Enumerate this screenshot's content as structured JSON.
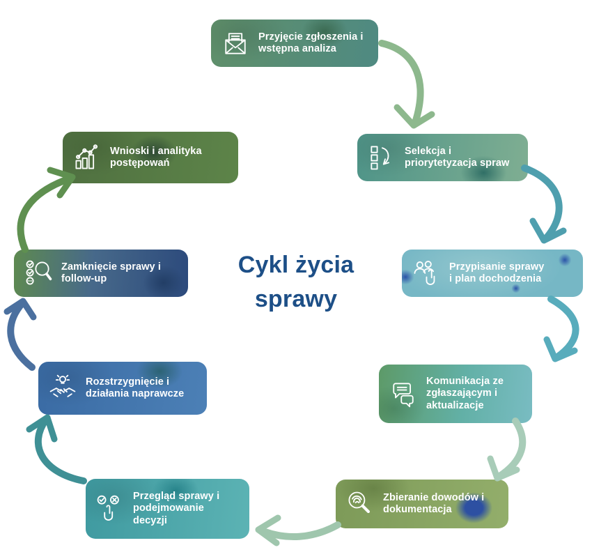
{
  "title": {
    "text": "Cykl życia sprawy",
    "color": "#1d4f87"
  },
  "steps": [
    {
      "name": "przyjecie-zgloszenia",
      "icon": "envelope-icon",
      "lines": [
        "Przyjęcie zgłoszenia i",
        "wstępna analiza"
      ],
      "colors": {
        "c1": "#5f8f6a",
        "c2": "#4f8a82",
        "c3": "#3c6b52"
      }
    },
    {
      "name": "selekcja-priorytetyzacja",
      "icon": "checklist-arrow-icon",
      "lines": [
        "Selekcja i",
        "priorytetyzacja spraw"
      ],
      "colors": {
        "c1": "#4f9488",
        "c2": "#7fae92",
        "c3": "#306f66"
      }
    },
    {
      "name": "przypisanie-sprawy",
      "icon": "users-hand-icon",
      "lines": [
        "Przypisanie sprawy",
        "i plan dochodzenia"
      ],
      "colors": {
        "c1": "#76b7c5",
        "c2": "#92c6cd",
        "c3": "#2b53a8"
      }
    },
    {
      "name": "komunikacja",
      "icon": "chat-bubbles-icon",
      "lines": [
        "Komunikacja ze",
        "zgłaszającym i",
        "aktualizacje"
      ],
      "colors": {
        "c1": "#5d9a68",
        "c2": "#79bcc2",
        "c3": "#62b0a6"
      }
    },
    {
      "name": "zbieranie-dowodow",
      "icon": "fingerprint-magnifier-icon",
      "lines": [
        "Zbieranie dowodów i",
        "dokumentacja"
      ],
      "colors": {
        "c1": "#7d9a58",
        "c2": "#93ae6b",
        "c3": "#2d50a2"
      }
    },
    {
      "name": "przeglad-sprawy",
      "icon": "decision-hand-icon",
      "lines": [
        "Przegląd sprawy i",
        "podejmowanie",
        "decyzji"
      ],
      "colors": {
        "c1": "#3f9aa0",
        "c2": "#5cb3b4",
        "c3": "#27838a"
      }
    },
    {
      "name": "rozstrzygniecie",
      "icon": "handshake-bulb-icon",
      "lines": [
        "Rozstrzygnięcie i",
        "działania naprawcze"
      ],
      "colors": {
        "c1": "#3a6ba4",
        "c2": "#4c80b6",
        "c3": "#2c6374"
      }
    },
    {
      "name": "zamkniecie-sprawy",
      "icon": "checklist-magnifier-icon",
      "lines": [
        "Zamknięcie sprawy i",
        "follow-up"
      ],
      "colors": {
        "c1": "#5e8a50",
        "c2": "#2c4a7c",
        "c3": "#223e66"
      }
    },
    {
      "name": "wnioski-analityka",
      "icon": "chart-icon",
      "lines": [
        "Wnioski i analityka",
        "postępowań"
      ],
      "colors": {
        "c1": "#4f7040",
        "c2": "#5d8449",
        "c3": "#2e4a34"
      }
    }
  ],
  "arrows": [
    {
      "name": "step1-to-step2",
      "color": "#8db88d"
    },
    {
      "name": "step2-to-step3",
      "color": "#4f9fae"
    },
    {
      "name": "step3-to-step4",
      "color": "#58acbc"
    },
    {
      "name": "step4-to-step5",
      "color": "#a8ccb8"
    },
    {
      "name": "step5-to-step6",
      "color": "#9fc6ad"
    },
    {
      "name": "step6-to-step7",
      "color": "#3f9095"
    },
    {
      "name": "step7-to-step8",
      "color": "#4b709f"
    },
    {
      "name": "step8-to-step9",
      "color": "#5f9050"
    }
  ]
}
